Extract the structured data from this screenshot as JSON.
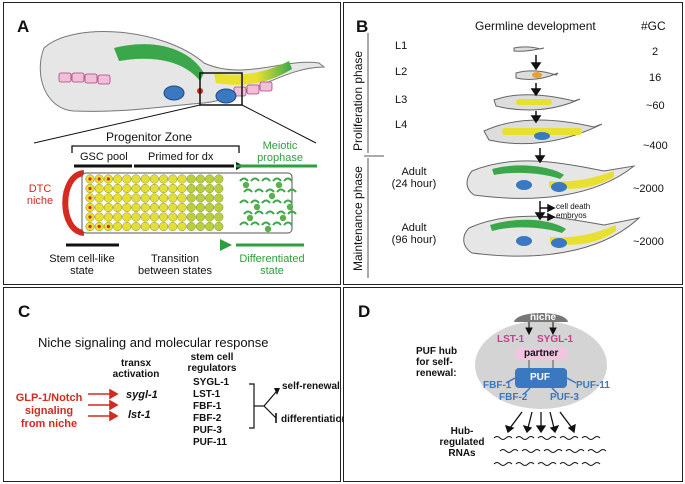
{
  "panels": {
    "A": {
      "label": "A",
      "progenitor_zone": "Progenitor Zone",
      "gsc_pool": "GSC pool",
      "primed": "Primed for dx",
      "meiotic": "Meiotic prophase",
      "meiotic_l1": "Meiotic",
      "meiotic_l2": "prophase",
      "dtc_l1": "DTC",
      "dtc_l2": "niche",
      "stem_l1": "Stem cell-like",
      "stem_l2": "state",
      "trans_l1": "Transition",
      "trans_l2": "between states",
      "diff_l1": "Differentiated",
      "diff_l2": "state"
    },
    "B": {
      "label": "B",
      "title": "Germline development",
      "gc_header": "#GC",
      "prolif_phase": "Proliferation phase",
      "maint_phase": "Maintenance phase",
      "stages": [
        {
          "name": "L1",
          "gc": "2"
        },
        {
          "name": "L2",
          "gc": "16"
        },
        {
          "name": "L3",
          "gc": "~60"
        },
        {
          "name": "L4",
          "gc": "~400"
        }
      ],
      "adult1_l1": "Adult",
      "adult1_l2": "(24 hour)",
      "adult1_gc": "~2000",
      "adult2_l1": "Adult",
      "adult2_l2": "(96 hour)",
      "adult2_gc": "~2000",
      "cell_death": "cell death",
      "embryos": "embryos"
    },
    "C": {
      "label": "C",
      "title": "Niche signaling and molecular response",
      "transx_l1": "transx",
      "transx_l2": "activation",
      "stem_reg_l1": "stem cell",
      "stem_reg_l2": "regulators",
      "glp_l1": "GLP-1/Notch",
      "glp_l2": "signaling",
      "glp_l3": "from niche",
      "targets": [
        "sygl-1",
        "lst-1"
      ],
      "regulators": [
        "SYGL-1",
        "LST-1",
        "FBF-1",
        "FBF-2",
        "PUF-3",
        "PUF-11"
      ],
      "self_renewal": "self-renewal",
      "differentiation": "differentiation"
    },
    "D": {
      "label": "D",
      "niche": "niche",
      "lst1": "LST-1",
      "sygl1": "SYGL-1",
      "partner": "partner",
      "puf": "PUF",
      "hub_l1": "PUF hub",
      "hub_l2": "for self-",
      "hub_l3": "renewal:",
      "fbf1": "FBF-1",
      "fbf2": "FBF-2",
      "puf3": "PUF-3",
      "puf11": "PUF-11",
      "rna_l1": "Hub-",
      "rna_l2": "regulated",
      "rna_l3": "RNAs"
    }
  },
  "colors": {
    "red": "#d42a1f",
    "green": "#2f9e3e",
    "yellow": "#e8e030",
    "blue": "#3a78c2",
    "pink": "#c2418f",
    "gray": "#7a7a7a"
  }
}
